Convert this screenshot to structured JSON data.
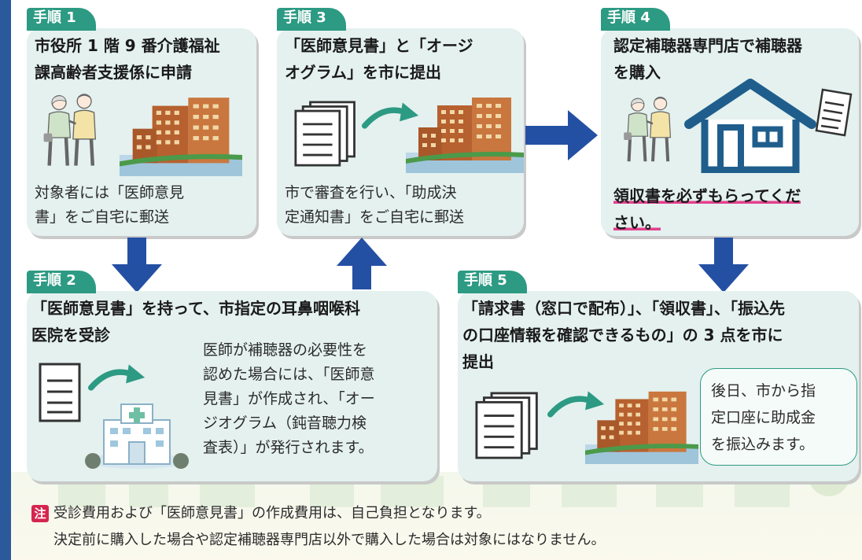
{
  "step1": {
    "tab": "手順 1",
    "title_lines": [
      "市役所 1 階 9 番介護福祉",
      "課高齢者支援係に申請"
    ],
    "body_lines": [
      "対象者には「医師意見",
      "書」をご自宅に郵送"
    ]
  },
  "step2": {
    "tab": "手順 2",
    "title_lines": [
      "「医師意見書」を持って、市指定の耳鼻咽喉科",
      "医院を受診"
    ],
    "body_lines": [
      "医師が補聴器の必要性を",
      "認めた場合には、「医師意",
      "見書」が作成され、「オー",
      "ジオグラム（鈍音聴力検",
      "査表）」が発行されます。"
    ]
  },
  "step3": {
    "tab": "手順 3",
    "title_lines": [
      "「医師意見書」と「オージ",
      "オグラム」を市に提出"
    ],
    "body_lines": [
      "市で審査を行い、「助成決",
      "定通知書」をご自宅に郵送"
    ]
  },
  "step4": {
    "tab": "手順 4",
    "title_lines": [
      "認定補聴器専門店で補聴器",
      "を購入"
    ],
    "highlight_lines": [
      "領収書を必ずもらってくだ",
      "さい。"
    ]
  },
  "step5": {
    "tab": "手順 5",
    "title_lines": [
      "「請求書（窓口で配布）」、「領収書」、「振込先",
      "の口座情報を確認できるもの」の 3 点を市に",
      "提出"
    ],
    "body_lines": [
      "後日、市から指",
      "定口座に助成金",
      "を振込みます。"
    ]
  },
  "note": {
    "badge": "注",
    "lines": [
      "受診費用および「医師意見書」の作成費用は、自己負担となります。",
      "決定前に購入した場合や認定補聴器専門店以外で購入した場合は対象にはなりません。"
    ]
  },
  "colors": {
    "tab_green": "#2d9a83",
    "arrow_blue": "#2450a4",
    "card_bg": "#e4f1ef",
    "highlight_pink": "#e4408f",
    "note_red": "#d4264f"
  },
  "icons": [
    "elderly-couple-icon",
    "city-hall-building-icon",
    "document-stack-icon",
    "curved-arrow-icon",
    "house-icon",
    "receipt-icon",
    "clinic-building-icon",
    "down-arrow-icon",
    "up-arrow-icon",
    "right-arrow-icon"
  ]
}
